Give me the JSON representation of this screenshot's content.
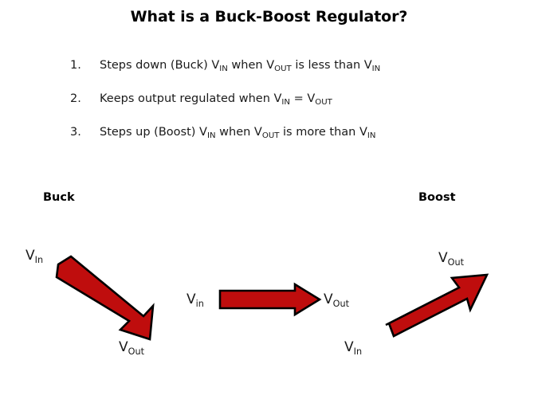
{
  "slide": {
    "title": "What is a Buck-Boost Regulator?",
    "background_color": "#ffffff",
    "text_color": "#1a1a1a",
    "arrow_fill_color": "#bf0d0d",
    "arrow_stroke_color": "#000000"
  },
  "bullets": [
    {
      "number": "1.",
      "prefix": "Steps down (Buck) V",
      "sub1": "IN",
      "middle": " when V",
      "sub2": "OUT",
      "tail": " is less than V",
      "sub3": "IN",
      "plain": "Steps down (Buck) VIN when VOUT is less than VIN"
    },
    {
      "number": "2.",
      "prefix": "Keeps output regulated when V",
      "sub1": "IN",
      "middle": " = V",
      "sub2": "OUT",
      "tail": "",
      "sub3": "",
      "plain": "Keeps output regulated when VIN = VOUT"
    },
    {
      "number": "3.",
      "prefix": "Steps up (Boost) V",
      "sub1": "IN",
      "middle": " when V",
      "sub2": "OUT",
      "tail": " is more than V",
      "sub3": "IN",
      "plain": "Steps up (Boost) VIN when VOUT is more than VIN"
    }
  ],
  "sections": {
    "buck_label": "Buck",
    "boost_label": "Boost"
  },
  "diagrams": {
    "buck": {
      "arrow_direction": "down-right",
      "input_label_v": "V",
      "input_label_sub": "In",
      "output_label_v": "V",
      "output_label_sub": "Out"
    },
    "regulated": {
      "arrow_direction": "right",
      "input_label_v": "V",
      "input_label_sub": "in",
      "output_label_v": "V",
      "output_label_sub": "Out"
    },
    "boost": {
      "arrow_direction": "up-right",
      "input_label_v": "V",
      "input_label_sub": "In",
      "output_label_v": "V",
      "output_label_sub": "Out"
    }
  }
}
